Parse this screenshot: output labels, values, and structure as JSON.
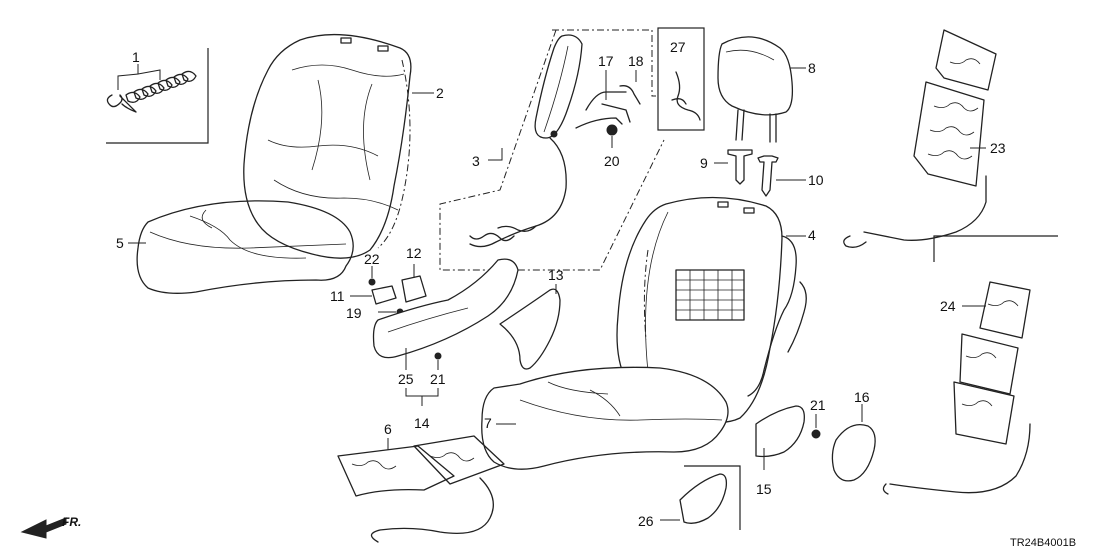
{
  "diagram_code": "TR24B4001B",
  "direction_label": "FR.",
  "callouts": [
    "1",
    "2",
    "3",
    "4",
    "5",
    "6",
    "7",
    "8",
    "9",
    "10",
    "11",
    "12",
    "13",
    "14",
    "15",
    "16",
    "17",
    "18",
    "19",
    "20",
    "21",
    "21",
    "22",
    "23",
    "24",
    "25",
    "26",
    "27"
  ]
}
